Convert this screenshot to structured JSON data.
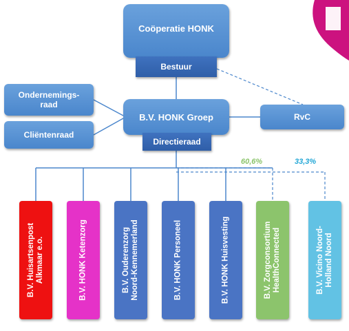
{
  "top": {
    "label": "Coöperatie HONK"
  },
  "bestuur": {
    "label": "Bestuur"
  },
  "groep": {
    "label": "B.V. HONK Groep"
  },
  "directieraad": {
    "label": "Directieraad"
  },
  "rvc": {
    "label": "RvC"
  },
  "ondernemingsraad": {
    "label": "Ondernemings-\nraad"
  },
  "clientenraad": {
    "label": "Cliëntenraad"
  },
  "percentages": {
    "zorgconsortium": "60,6%",
    "vicino": "33,3%"
  },
  "subsidiaries": [
    {
      "label": "B.V. Huisartsenpost\nAlkmaar e.o.",
      "color": "#ee1111"
    },
    {
      "label": "B.V. HONK Ketenzorg",
      "color": "#e532c8"
    },
    {
      "label": "B.V. Ouderenzorg\nNoord-Kennemerland",
      "color": "#4a74c4"
    },
    {
      "label": "B.V. HONK Personeel",
      "color": "#4a74c4"
    },
    {
      "label": "B.V. HONK Huisvesting",
      "color": "#4a74c4"
    },
    {
      "label": "B.V. Zorgconsortium\nHealthConnected",
      "color": "#8cc46c"
    },
    {
      "label": "B.V. Vicino Noord-\nHolland Noord",
      "color": "#62c2e4"
    }
  ],
  "colors": {
    "line": "#4a86cc",
    "magenta": "#cc127f",
    "green_pct": "#8cc46c",
    "blue_pct": "#23a7d6"
  }
}
